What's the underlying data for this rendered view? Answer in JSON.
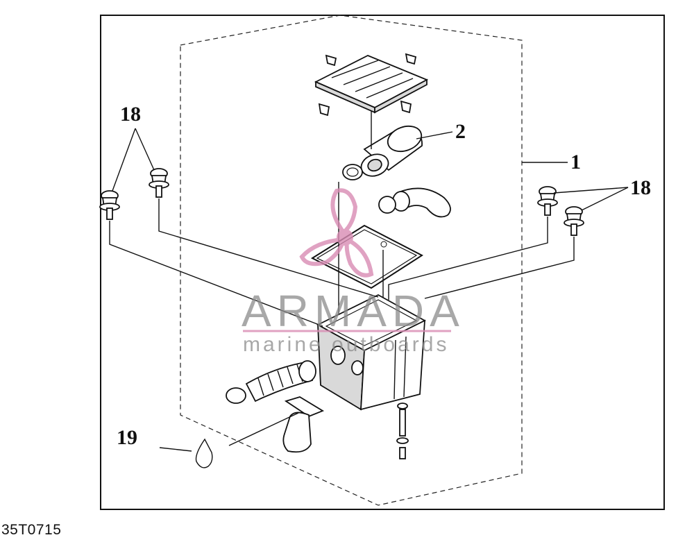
{
  "callouts": {
    "part_1": "1",
    "part_2": "2",
    "part_18_left": "18",
    "part_18_right": "18",
    "part_19": "19"
  },
  "drawing_code": "35T0715",
  "watermark": {
    "brand": "ARMADA",
    "tagline": "marine outboards",
    "logo_color": "#d98cb4",
    "text_color": "#8c8c8c"
  }
}
